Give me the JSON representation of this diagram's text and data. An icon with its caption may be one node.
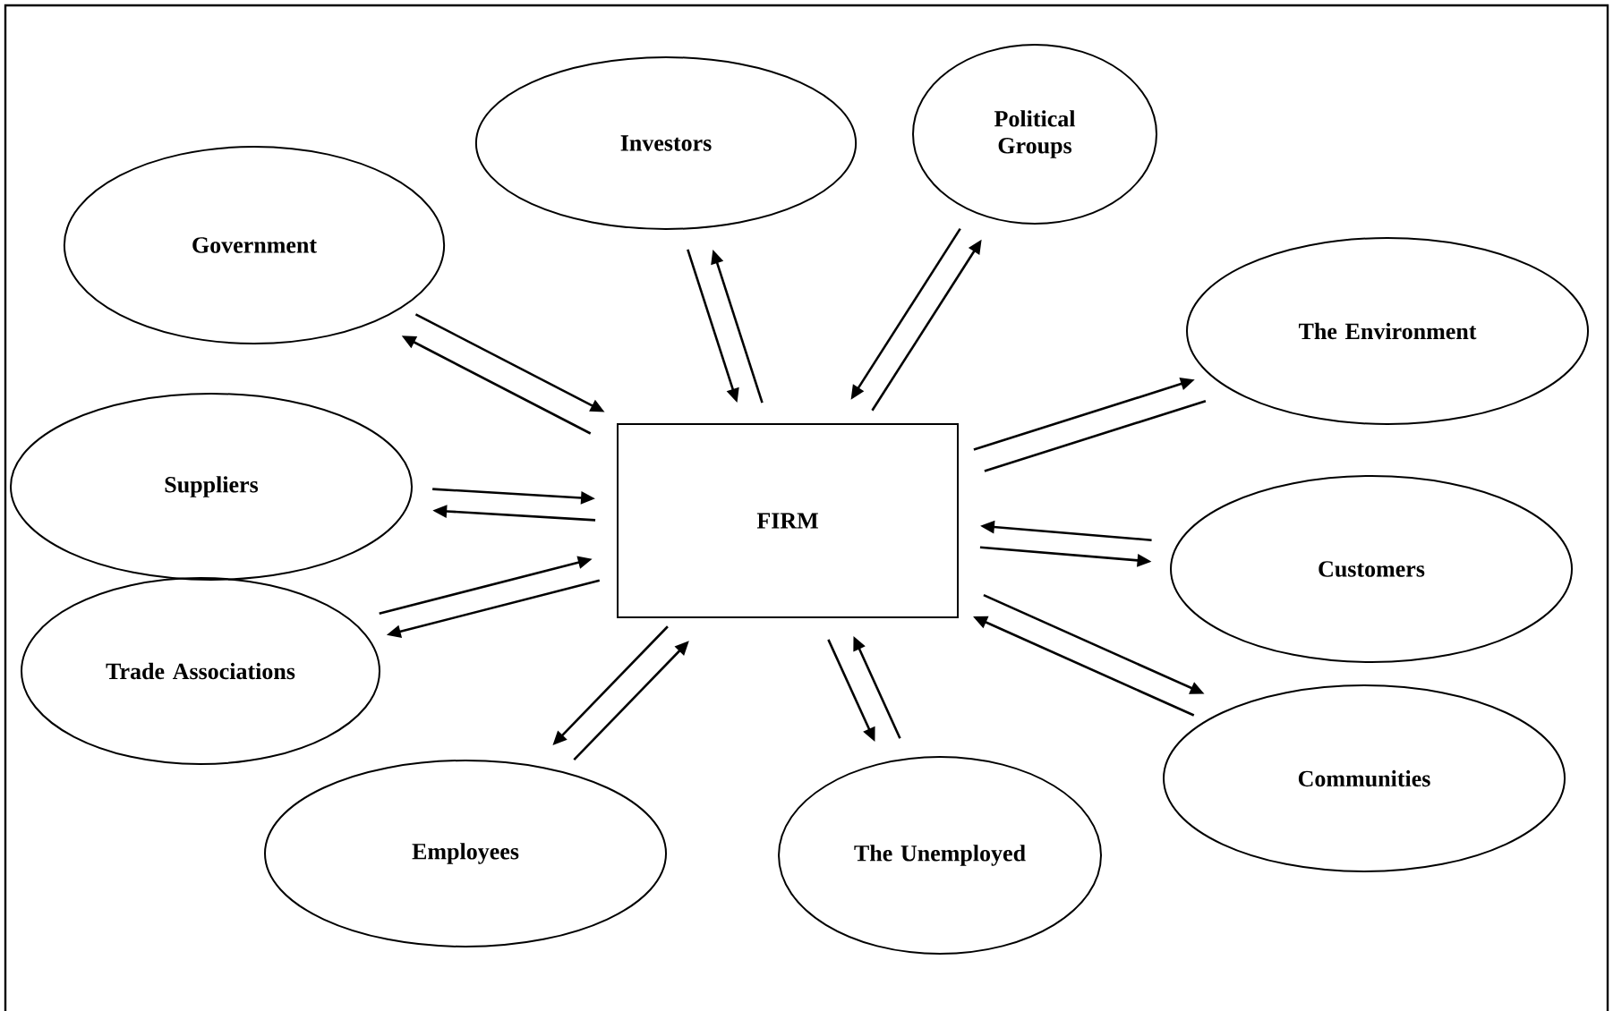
{
  "diagram": {
    "nodes": [
      {
        "text": [
          "FIRM"
        ]
      },
      {
        "text": [
          "Government"
        ]
      },
      {
        "text": [
          "Investors"
        ]
      },
      {
        "text": [
          "Political Groups"
        ]
      },
      {
        "text": [
          "The Environment"
        ]
      },
      {
        "text": [
          "Suppliers"
        ]
      },
      {
        "text": [
          "Customers"
        ]
      },
      {
        "text": [
          "Trade Associations"
        ]
      },
      {
        "text": [
          "Communities"
        ]
      },
      {
        "text": [
          "Employees"
        ]
      },
      {
        "text": [
          "The Unemployed"
        ]
      }
    ],
    "edges": [
      {
        "from": 1,
        "to": 0,
        "arrow": "to"
      },
      {
        "from": 0,
        "to": 1,
        "arrow": "to"
      },
      {
        "from": 2,
        "to": 0,
        "arrow": "to"
      },
      {
        "from": 0,
        "to": 2,
        "arrow": "to"
      },
      {
        "from": 3,
        "to": 0,
        "arrow": "to"
      },
      {
        "from": 0,
        "to": 3,
        "arrow": "to"
      },
      {
        "from": 0,
        "to": 4,
        "arrow": "to"
      },
      {
        "from": 0,
        "to": 4,
        "arrow": "none"
      },
      {
        "from": 5,
        "to": 0,
        "arrow": "to"
      },
      {
        "from": 0,
        "to": 5,
        "arrow": "to"
      },
      {
        "from": 0,
        "to": 6,
        "arrow": "to"
      },
      {
        "from": 6,
        "to": 0,
        "arrow": "to"
      },
      {
        "from": 7,
        "to": 0,
        "arrow": "to"
      },
      {
        "from": 0,
        "to": 7,
        "arrow": "to"
      },
      {
        "from": 0,
        "to": 8,
        "arrow": "to"
      },
      {
        "from": 8,
        "to": 0,
        "arrow": "to"
      },
      {
        "from": 0,
        "to": 9,
        "arrow": "to"
      },
      {
        "from": 9,
        "to": 0,
        "arrow": "to"
      },
      {
        "from": 0,
        "to": 10,
        "arrow": "to"
      },
      {
        "from": 10,
        "to": 0,
        "arrow": "to"
      }
    ]
  }
}
